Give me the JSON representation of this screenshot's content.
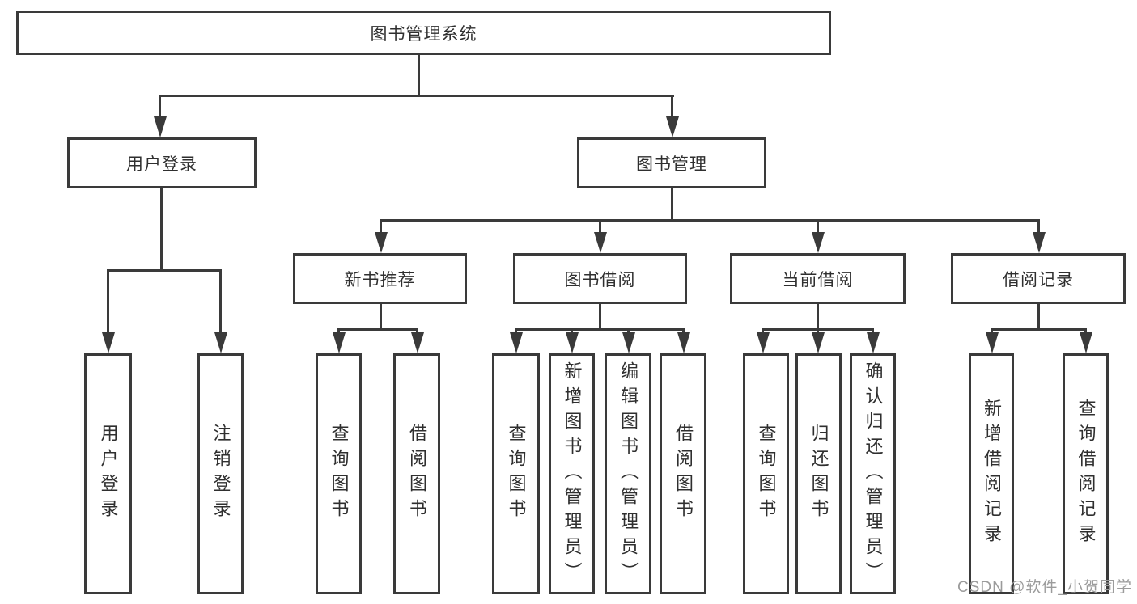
{
  "diagram_type": "hierarchy-tree",
  "tree": {
    "label": "图书管理系统",
    "children": [
      {
        "label": "用户登录",
        "children": [
          {
            "label": "用户登录"
          },
          {
            "label": "注销登录"
          }
        ]
      },
      {
        "label": "图书管理",
        "children": [
          {
            "label": "新书推荐",
            "children": [
              {
                "label": "查询图书"
              },
              {
                "label": "借阅图书"
              }
            ]
          },
          {
            "label": "图书借阅",
            "children": [
              {
                "label": "查询图书"
              },
              {
                "label": "新增图书（管理员）"
              },
              {
                "label": "编辑图书（管理员）"
              },
              {
                "label": "借阅图书"
              }
            ]
          },
          {
            "label": "当前借阅",
            "children": [
              {
                "label": "查询图书"
              },
              {
                "label": "归还图书"
              },
              {
                "label": "确认归还（管理员）"
              }
            ]
          },
          {
            "label": "借阅记录",
            "children": [
              {
                "label": "新增借阅记录"
              },
              {
                "label": "查询借阅记录"
              }
            ]
          }
        ]
      }
    ]
  },
  "watermark": {
    "text": "CSDN @软件_小贺同学"
  },
  "colors": {
    "line": "#3a3a3a",
    "text": "#2f2f2f",
    "watermark": "#9b9b9b",
    "background": "#ffffff"
  }
}
